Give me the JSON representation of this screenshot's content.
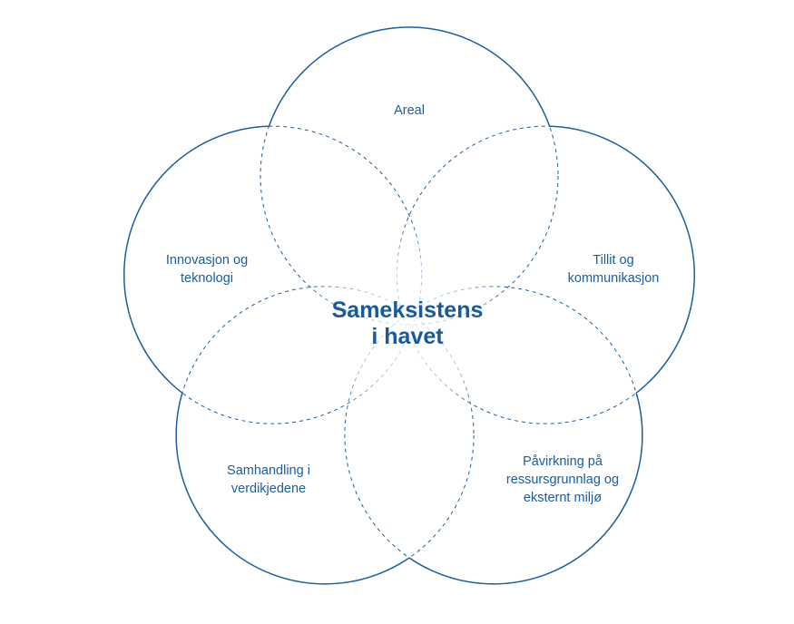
{
  "center_title": "Sameksistens\ni havet",
  "circles": [
    {
      "label": "Areal"
    },
    {
      "label": "Tillit og\nkommunikasjon"
    },
    {
      "label": "Påvirkning på\nressursgrunnlag og\neksternt miljø"
    },
    {
      "label": "Samhandling i\nverdikjedene"
    },
    {
      "label": "Innovasjon og\nteknologi"
    }
  ],
  "colors": {
    "stroke": "#1e5f9e",
    "text": "#1c5c9c"
  }
}
